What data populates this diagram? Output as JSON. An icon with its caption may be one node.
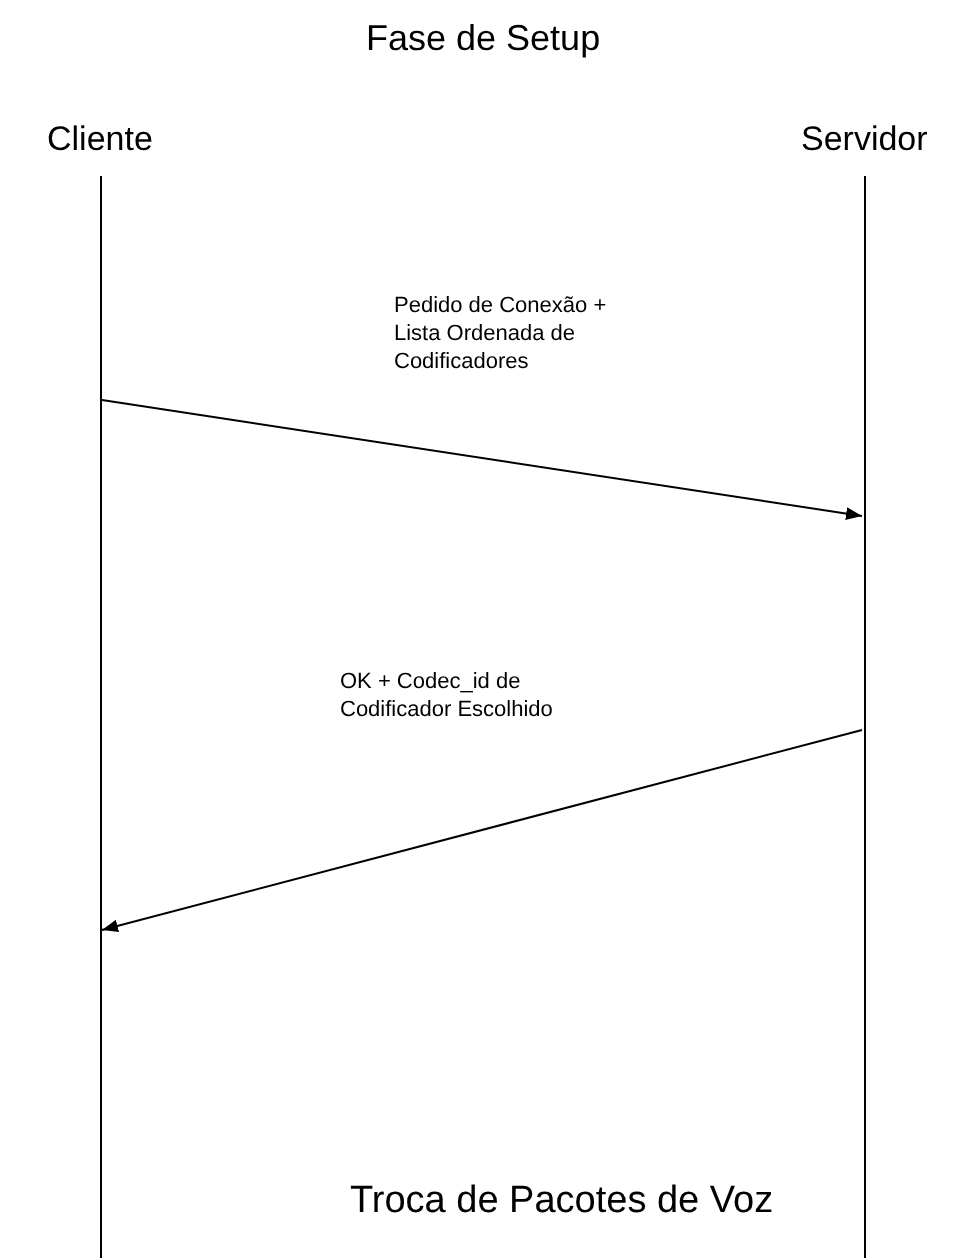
{
  "diagram": {
    "title": "Fase de Setup",
    "nodes": [
      {
        "text": [
          "Cliente"
        ]
      },
      {
        "text": [
          "Servidor"
        ]
      }
    ],
    "edges": [
      {
        "from": 0,
        "to": 1,
        "arrow": "to",
        "label": "Pedido de Conexão + Lista Ordenada de Codificadores"
      },
      {
        "from": 1,
        "to": 0,
        "arrow": "to",
        "label": "OK + Codec_id de Codificador Escolhido"
      }
    ],
    "labels": [
      "Troca de Pacotes de Voz"
    ]
  }
}
